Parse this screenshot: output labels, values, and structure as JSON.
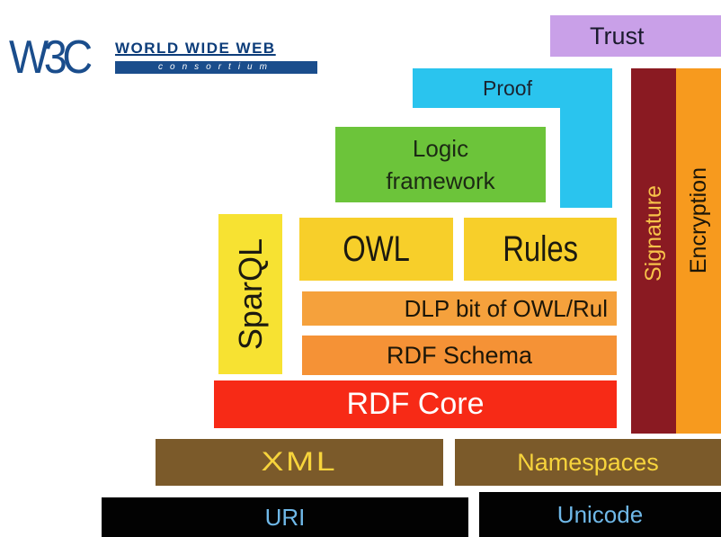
{
  "logo": {
    "mark": "W3C",
    "line1": "WORLD WIDE WEB",
    "line2": "consortium"
  },
  "layers": {
    "trust": "Trust",
    "proof": "Proof",
    "logic": "Logic\nframework",
    "owl": "OWL",
    "rules": "Rules",
    "sparql": "SparQL",
    "dlp": "DLP bit of OWL/Rul",
    "rdf_schema": "RDF Schema",
    "rdf_core": "RDF Core",
    "signature": "Signature",
    "encryption": "Encryption",
    "xml": "XML",
    "namespaces": "Namespaces",
    "uri": "URI",
    "unicode": "Unicode"
  },
  "colors": {
    "trust": "#c9a0e8",
    "proof": "#2ac4ee",
    "logic": "#6cc43a",
    "owl": "#f7cf2a",
    "rules": "#f7cf2a",
    "sparql": "#f7e232",
    "dlp": "#f5a13c",
    "rdf_schema": "#f59236",
    "rdf_core": "#f72a16",
    "signature": "#8a1a22",
    "encryption": "#f79a1e",
    "xml": "#7b5a2a",
    "namespaces": "#7b5a2a",
    "uri": "#020202",
    "unicode": "#020202"
  }
}
